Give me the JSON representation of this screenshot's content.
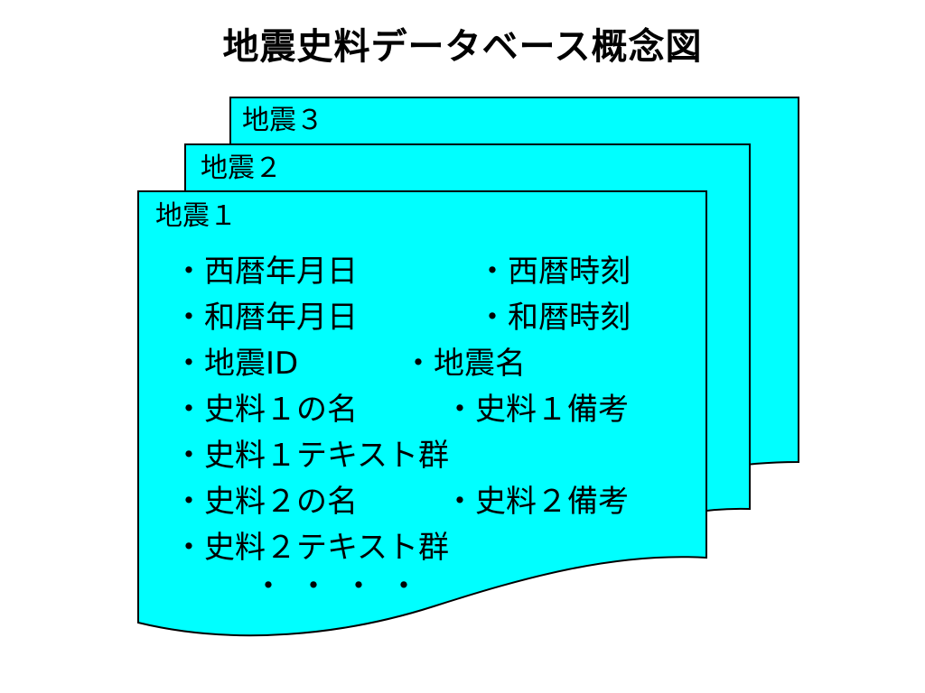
{
  "title": "地震史料データベース概念図",
  "colors": {
    "sheet_fill": "#00ffff",
    "sheet_stroke": "#000000"
  },
  "documents": [
    {
      "label": "地震３"
    },
    {
      "label": "地震２"
    },
    {
      "label": "地震１"
    }
  ],
  "fields": [
    [
      "・西暦年月日",
      "・西暦時刻"
    ],
    [
      "・和暦年月日",
      "・和暦時刻"
    ],
    [
      "・地震ID",
      "・地震名"
    ],
    [
      "・史料１の名",
      "・史料１備考"
    ],
    [
      "・史料１テキスト群"
    ],
    [
      "・史料２の名",
      "・史料２備考"
    ],
    [
      "・史料２テキスト群"
    ]
  ],
  "continuation": "・・・・"
}
